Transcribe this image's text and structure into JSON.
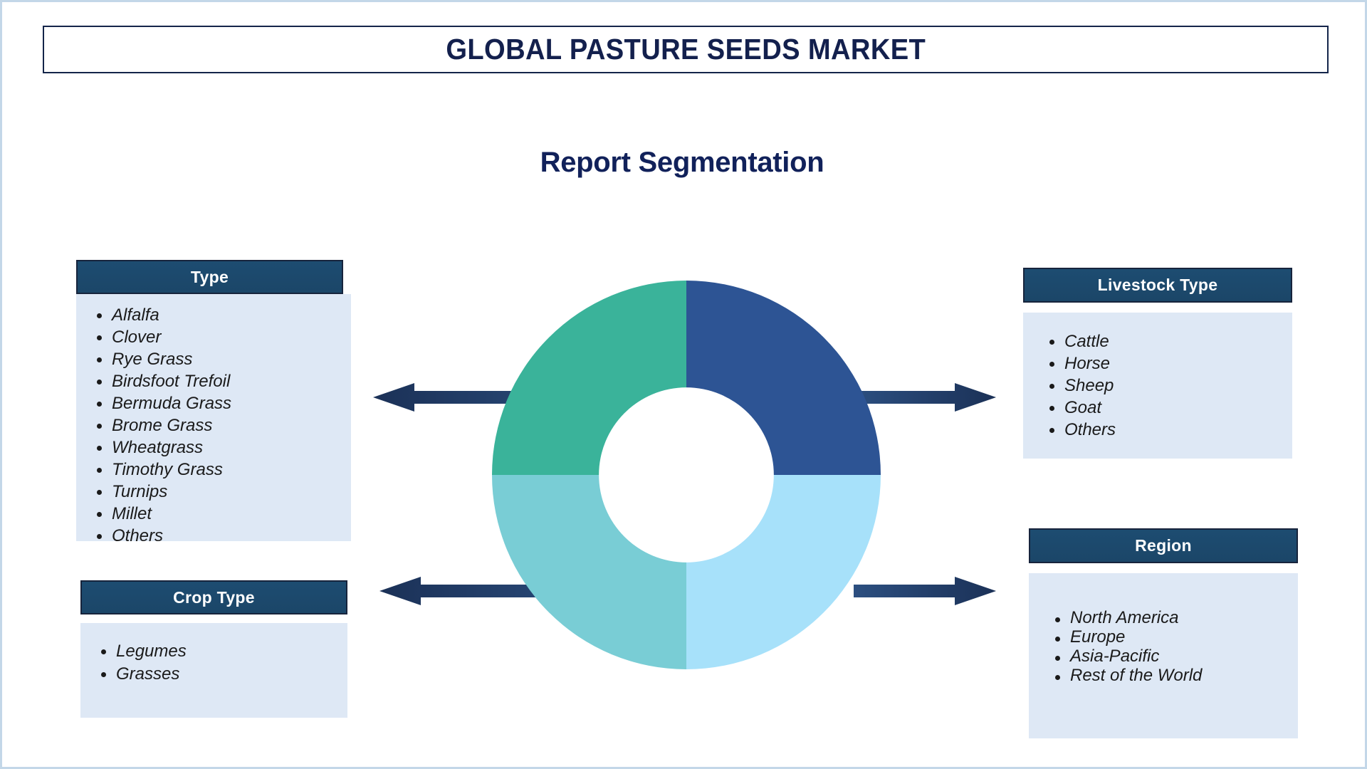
{
  "page": {
    "title": "GLOBAL PASTURE SEEDS MARKET",
    "subtitle": "Report Segmentation",
    "border_color": "#c3d7e8"
  },
  "theme": {
    "header_bg": "#1d4c71",
    "header_border": "#17243c",
    "body_bg": "#dee8f5",
    "title_color": "#13204d",
    "subtitle_color": "#11215a",
    "arrow_color": "#1f3864",
    "arrow_color_light": "#2c4f80"
  },
  "segments": {
    "type": {
      "header": "Type",
      "items": [
        "Alfalfa",
        "Clover",
        "Rye Grass",
        "Birdsfoot Trefoil",
        "Bermuda Grass",
        "Brome Grass",
        "Wheatgrass",
        "Timothy Grass",
        "Turnips",
        "Millet",
        "Others"
      ]
    },
    "crop_type": {
      "header": "Crop Type",
      "items": [
        "Legumes",
        "Grasses"
      ]
    },
    "livestock_type": {
      "header": "Livestock Type",
      "items": [
        "Cattle",
        "Horse",
        "Sheep",
        "Goat",
        "Others"
      ]
    },
    "region": {
      "header": "Region",
      "items": [
        "North America",
        "Europe",
        "Asia-Pacific",
        "Rest of the World"
      ]
    }
  },
  "chart_data": {
    "type": "pie",
    "title": "Report Segmentation",
    "subtype": "donut",
    "legend": "none",
    "labels": [
      "Livestock Type",
      "Region",
      "Crop Type",
      "Type"
    ],
    "values": [
      25,
      25,
      25,
      25
    ],
    "colors": [
      "#2d5494",
      "#a7e1fa",
      "#79cdd5",
      "#3ab39a"
    ],
    "slice_order": [
      {
        "label": "Livestock Type",
        "value": 25,
        "color": "#2d5494",
        "quadrant": "top-right",
        "start_angle": 0,
        "end_angle": 90
      },
      {
        "label": "Region",
        "value": 25,
        "color": "#a7e1fa",
        "quadrant": "bottom-right",
        "start_angle": 90,
        "end_angle": 180
      },
      {
        "label": "Crop Type",
        "value": 25,
        "color": "#79cdd5",
        "quadrant": "bottom-left",
        "start_angle": 180,
        "end_angle": 270
      },
      {
        "label": "Type",
        "value": 25,
        "color": "#3ab39a",
        "quadrant": "top-left",
        "start_angle": 270,
        "end_angle": 360
      }
    ],
    "inner_radius_ratio": 0.45,
    "data_labels": "none"
  },
  "arrows": {
    "left_top": "arrow-left-icon",
    "left_bottom": "arrow-left-icon",
    "right_top": "arrow-right-icon",
    "right_bottom": "arrow-right-icon"
  }
}
